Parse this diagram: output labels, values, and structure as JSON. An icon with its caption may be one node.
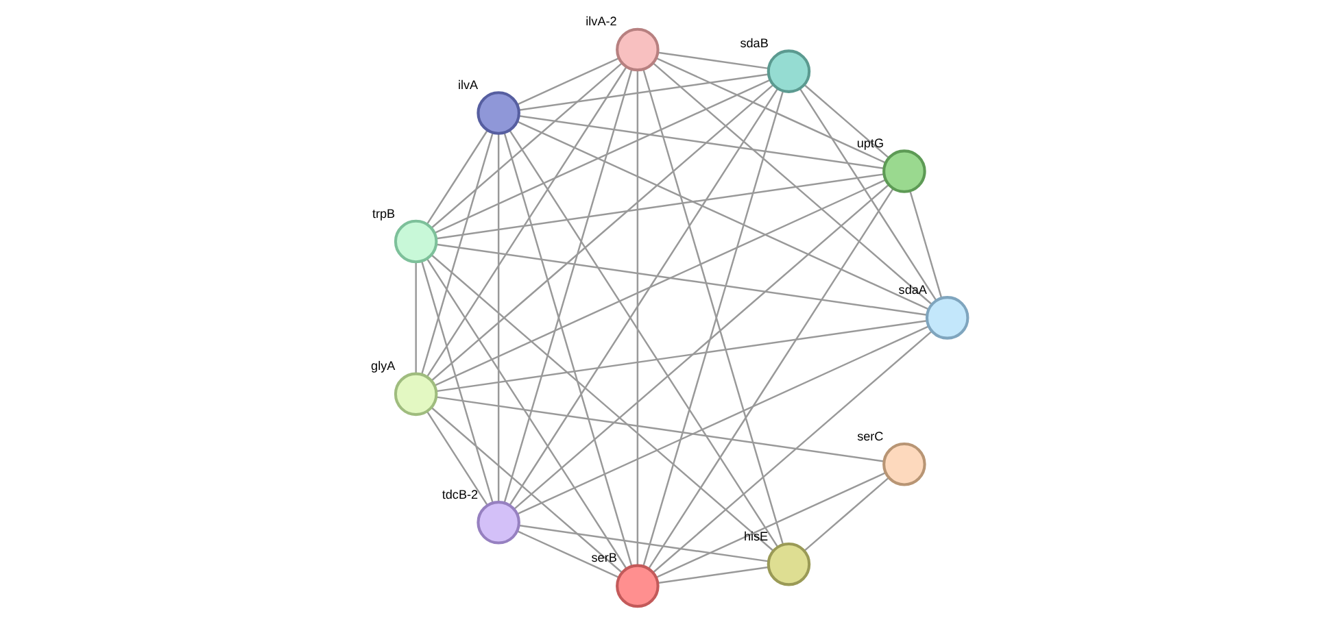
{
  "diagram": {
    "nodes": [
      {
        "text": [],
        "shape": "circle",
        "beside": [
          "serC"
        ]
      },
      {
        "text": [],
        "shape": "circle",
        "beside": [
          "hisE"
        ]
      },
      {
        "text": [],
        "shape": "circle",
        "beside": [
          "glyA"
        ]
      },
      {
        "text": [],
        "shape": "circle",
        "beside": [
          "serB"
        ]
      },
      {
        "text": [],
        "shape": "circle",
        "beside": [
          "uptG"
        ]
      },
      {
        "text": [],
        "shape": "circle",
        "beside": [
          "trpB"
        ]
      },
      {
        "text": [],
        "shape": "circle",
        "beside": [
          "ilvA"
        ]
      },
      {
        "text": [],
        "shape": "circle",
        "beside": [
          "sdaB"
        ]
      },
      {
        "text": [],
        "shape": "circle",
        "beside": [
          "ilvA-2"
        ]
      },
      {
        "text": [],
        "shape": "circle",
        "beside": [
          "sdaA"
        ]
      },
      {
        "text": [],
        "shape": "circle",
        "beside": [
          "tdcB-2"
        ]
      }
    ],
    "edges": [
      {
        "from": 0,
        "to": 2,
        "arrow": "none"
      },
      {
        "from": 0,
        "to": 3,
        "arrow": "none"
      },
      {
        "from": 0,
        "to": 1,
        "arrow": "none"
      },
      {
        "from": 1,
        "to": 3,
        "arrow": "none"
      },
      {
        "from": 1,
        "to": 5,
        "arrow": "none"
      },
      {
        "from": 1,
        "to": 6,
        "arrow": "none"
      },
      {
        "from": 1,
        "to": 8,
        "arrow": "none"
      },
      {
        "from": 1,
        "to": 10,
        "arrow": "none"
      },
      {
        "from": 2,
        "to": 3,
        "arrow": "none"
      },
      {
        "from": 2,
        "to": 4,
        "arrow": "none"
      },
      {
        "from": 2,
        "to": 5,
        "arrow": "none"
      },
      {
        "from": 2,
        "to": 6,
        "arrow": "none"
      },
      {
        "from": 2,
        "to": 7,
        "arrow": "none"
      },
      {
        "from": 2,
        "to": 8,
        "arrow": "none"
      },
      {
        "from": 2,
        "to": 9,
        "arrow": "none"
      },
      {
        "from": 2,
        "to": 10,
        "arrow": "none"
      },
      {
        "from": 3,
        "to": 4,
        "arrow": "none"
      },
      {
        "from": 3,
        "to": 5,
        "arrow": "none"
      },
      {
        "from": 3,
        "to": 6,
        "arrow": "none"
      },
      {
        "from": 3,
        "to": 7,
        "arrow": "none"
      },
      {
        "from": 3,
        "to": 8,
        "arrow": "none"
      },
      {
        "from": 3,
        "to": 9,
        "arrow": "none"
      },
      {
        "from": 3,
        "to": 10,
        "arrow": "none"
      },
      {
        "from": 4,
        "to": 5,
        "arrow": "none"
      },
      {
        "from": 4,
        "to": 6,
        "arrow": "none"
      },
      {
        "from": 4,
        "to": 7,
        "arrow": "none"
      },
      {
        "from": 4,
        "to": 8,
        "arrow": "none"
      },
      {
        "from": 4,
        "to": 9,
        "arrow": "none"
      },
      {
        "from": 4,
        "to": 10,
        "arrow": "none"
      },
      {
        "from": 5,
        "to": 6,
        "arrow": "none"
      },
      {
        "from": 5,
        "to": 7,
        "arrow": "none"
      },
      {
        "from": 5,
        "to": 8,
        "arrow": "none"
      },
      {
        "from": 5,
        "to": 9,
        "arrow": "none"
      },
      {
        "from": 5,
        "to": 10,
        "arrow": "none"
      },
      {
        "from": 6,
        "to": 7,
        "arrow": "none"
      },
      {
        "from": 6,
        "to": 8,
        "arrow": "none"
      },
      {
        "from": 6,
        "to": 9,
        "arrow": "none"
      },
      {
        "from": 6,
        "to": 10,
        "arrow": "none"
      },
      {
        "from": 7,
        "to": 8,
        "arrow": "none"
      },
      {
        "from": 7,
        "to": 9,
        "arrow": "none"
      },
      {
        "from": 7,
        "to": 10,
        "arrow": "none"
      },
      {
        "from": 8,
        "to": 9,
        "arrow": "none"
      },
      {
        "from": 8,
        "to": 10,
        "arrow": "none"
      },
      {
        "from": 9,
        "to": 10,
        "arrow": "none"
      }
    ]
  }
}
